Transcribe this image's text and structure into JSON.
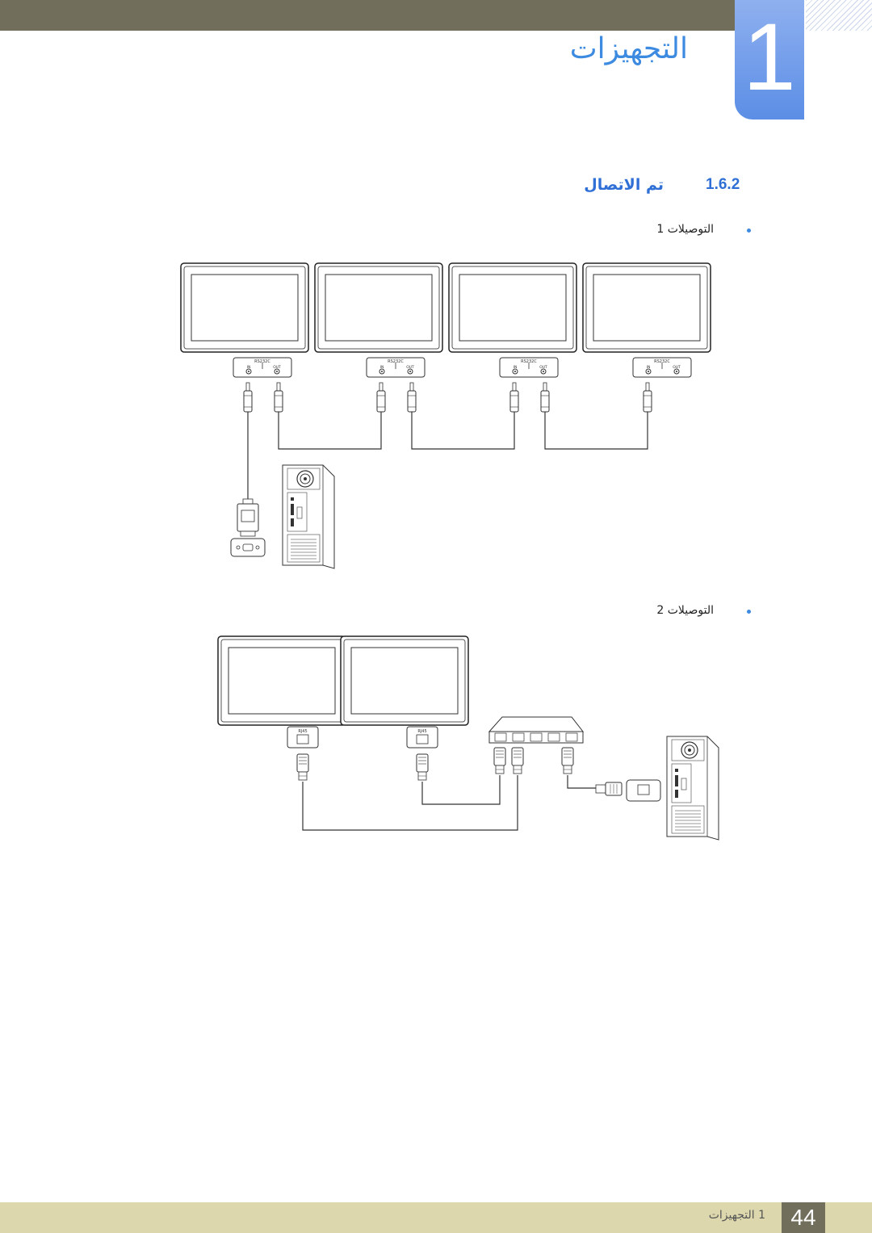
{
  "header": {
    "chapter_number": "1",
    "chapter_title": "التجهيزات"
  },
  "section": {
    "number": "1.6.2",
    "title": "تم الاتصال"
  },
  "bullets": [
    {
      "label": "التوصيلات 1"
    },
    {
      "label": "التوصيلات 2"
    }
  ],
  "diagram1": {
    "port_label": "RS232C",
    "in_label": "IN",
    "out_label": "OUT"
  },
  "diagram2": {
    "port_label": "RJ45"
  },
  "footer": {
    "page_number": "44",
    "label": "1 التجهيزات"
  },
  "colors": {
    "accent": "#3d8be0",
    "topbar": "#716f5b",
    "footer": "#dcd7ad"
  }
}
